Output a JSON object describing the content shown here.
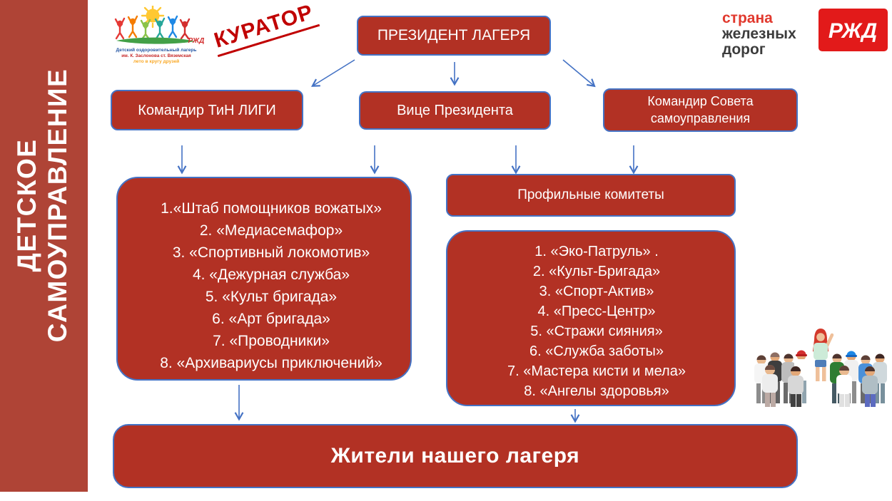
{
  "sidebar": {
    "title_line1": "ДЕТСКОЕ",
    "title_line2": "САМОУПРАВЛЕНИЕ"
  },
  "header": {
    "curator_label": "КУРАТОР",
    "camp_logo": {
      "line1": "Детский оздоровительный лагерь",
      "line2": "им. К. Заслонова ст. Вяземская",
      "line3": "лето в кругу друзей",
      "rzd_mini": "РЖД"
    },
    "szd_logo": {
      "line1": "страна",
      "line2": "железных",
      "line3": "дорог"
    },
    "rzd_logo": "РЖД"
  },
  "org": {
    "president": "ПРЕЗИДЕНТ ЛАГЕРЯ",
    "level2": [
      {
        "label": "Командир ТиН ЛИГИ"
      },
      {
        "label": "Вице Президента"
      },
      {
        "label": "Командир Совета самоуправления"
      }
    ],
    "left_list": {
      "items": [
        "1.«Штаб  помощников вожатых»",
        "2. «Медиасемафор»",
        "3. «Спортивный локомотив»",
        "4. «Дежурная служба»",
        "5. «Культ бригада»",
        "6. «Арт бригада»",
        "7. «Проводники»",
        "8. «Архивариусы приключений»"
      ]
    },
    "committees_header": "Профильные комитеты",
    "right_list": {
      "items": [
        "1. «Эко-Патруль» .",
        "2. «Культ-Бригада»",
        "3. «Спорт-Актив»",
        "4. «Пресс-Центр»",
        "5. «Стражи сияния»",
        "6. «Служба заботы»",
        "7. «Мастера кисти и мела»",
        "8. «Ангелы здоровья»"
      ]
    },
    "footer": "Жители нашего лагеря"
  },
  "colors": {
    "box_red": "#B23124",
    "sidebar_red": "#AF4436",
    "border_blue": "#4472C4",
    "arrow_blue": "#4472C4",
    "curator_red": "#C00000",
    "rzd_red": "#E21A1A",
    "szd_red": "#E1392E"
  }
}
